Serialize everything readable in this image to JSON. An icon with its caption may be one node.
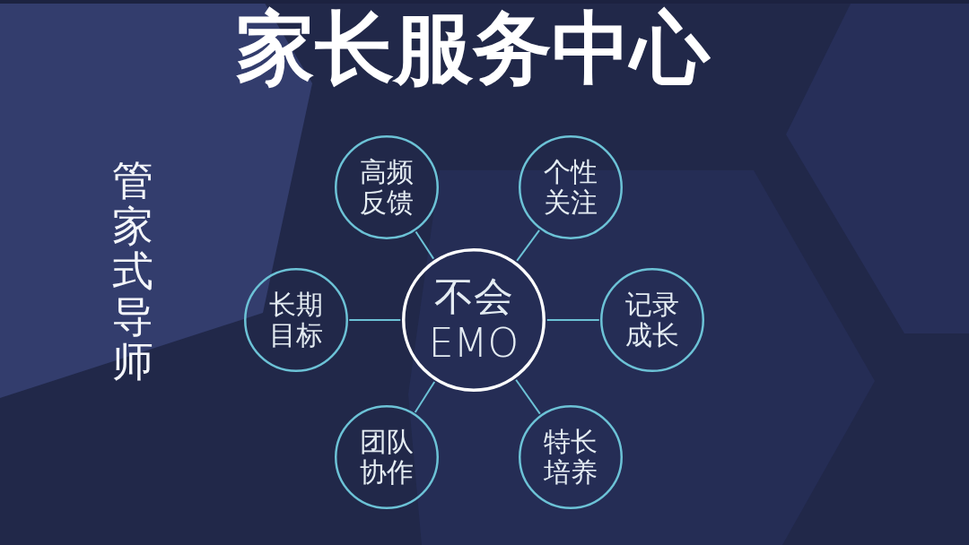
{
  "diagram": {
    "title": "家长服务中心",
    "nodes": [
      {
        "text": [
          "高频反馈"
        ]
      },
      {
        "text": [
          "个性关注"
        ]
      },
      {
        "text": [
          "长期目标"
        ]
      },
      {
        "text": [
          "不会EMO"
        ]
      },
      {
        "text": [
          "记录成长"
        ]
      },
      {
        "text": [
          "团队协作"
        ]
      },
      {
        "text": [
          "特长培养"
        ]
      }
    ],
    "edges": [
      {
        "from": 3,
        "to": 0,
        "arrow": "none"
      },
      {
        "from": 3,
        "to": 1,
        "arrow": "none"
      },
      {
        "from": 3,
        "to": 2,
        "arrow": "none"
      },
      {
        "from": 3,
        "to": 4,
        "arrow": "none"
      },
      {
        "from": 3,
        "to": 5,
        "arrow": "none"
      },
      {
        "from": 3,
        "to": 6,
        "arrow": "none"
      }
    ],
    "labels": [
      "管家式导师"
    ]
  }
}
